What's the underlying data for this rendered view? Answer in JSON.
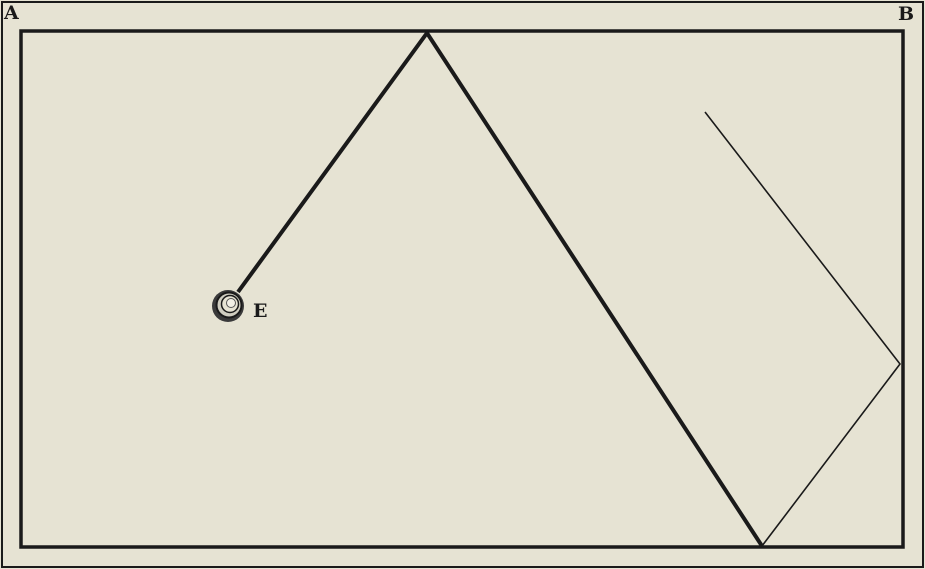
{
  "labels": {
    "corner_a": "A",
    "corner_b": "B",
    "ball": "E"
  },
  "colors": {
    "paper": "#e6e3d3",
    "ink": "#1a1a1a"
  }
}
